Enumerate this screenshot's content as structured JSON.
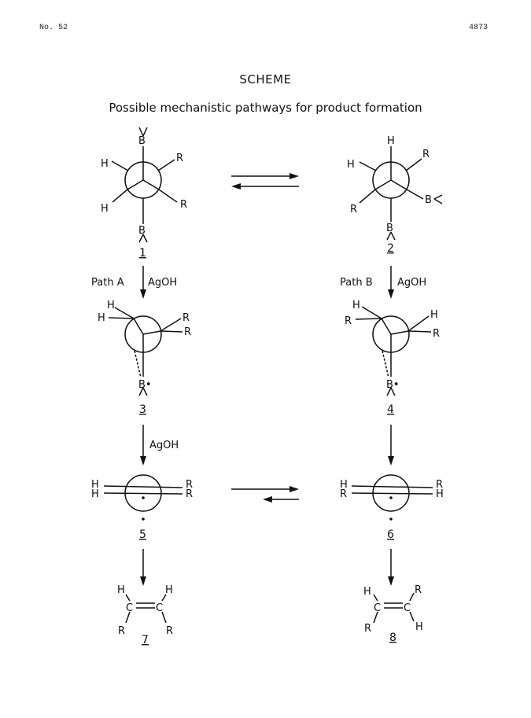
{
  "header": {
    "left": "No. 52",
    "right": "4873"
  },
  "title": "SCHEME",
  "subtitle": "Possible mechanistic pathways for product formation",
  "labels": {
    "H": "H",
    "R": "R",
    "B": "B",
    "C": "C",
    "B_radical": "B•"
  },
  "compounds": [
    "1",
    "2",
    "3",
    "4",
    "5",
    "6",
    "7",
    "8"
  ],
  "reagents": {
    "path_a": "Path A",
    "path_b": "Path B",
    "agoh": "AgOH"
  }
}
